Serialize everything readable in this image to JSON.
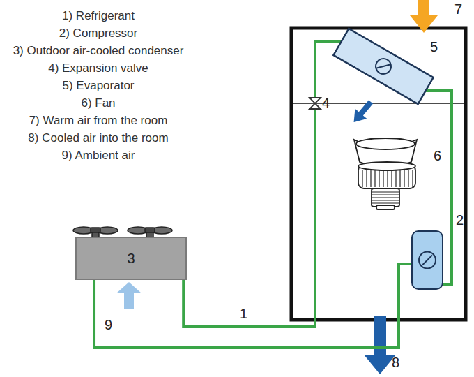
{
  "diagram": {
    "nodes": [
      {
        "text": [
          "5"
        ]
      },
      {
        "text": [
          "2"
        ]
      },
      {
        "text": [
          "3"
        ]
      }
    ],
    "edges": [
      {
        "from": 2,
        "to": 0,
        "label": "1",
        "arrow": "none"
      },
      {
        "from": 0,
        "to": 1,
        "arrow": "none"
      },
      {
        "from": 1,
        "to": 2,
        "arrow": "none"
      }
    ],
    "labels": [
      "1) Refrigerant",
      "2) Compressor",
      "3) Outdoor air-cooled condenser",
      "4) Expansion valve",
      "5) Evaporator",
      "6) Fan",
      "7) Warm air from the room",
      "8) Cooled air into the room",
      "9) Ambient air",
      "4",
      "6",
      "7",
      "8",
      "9"
    ]
  }
}
